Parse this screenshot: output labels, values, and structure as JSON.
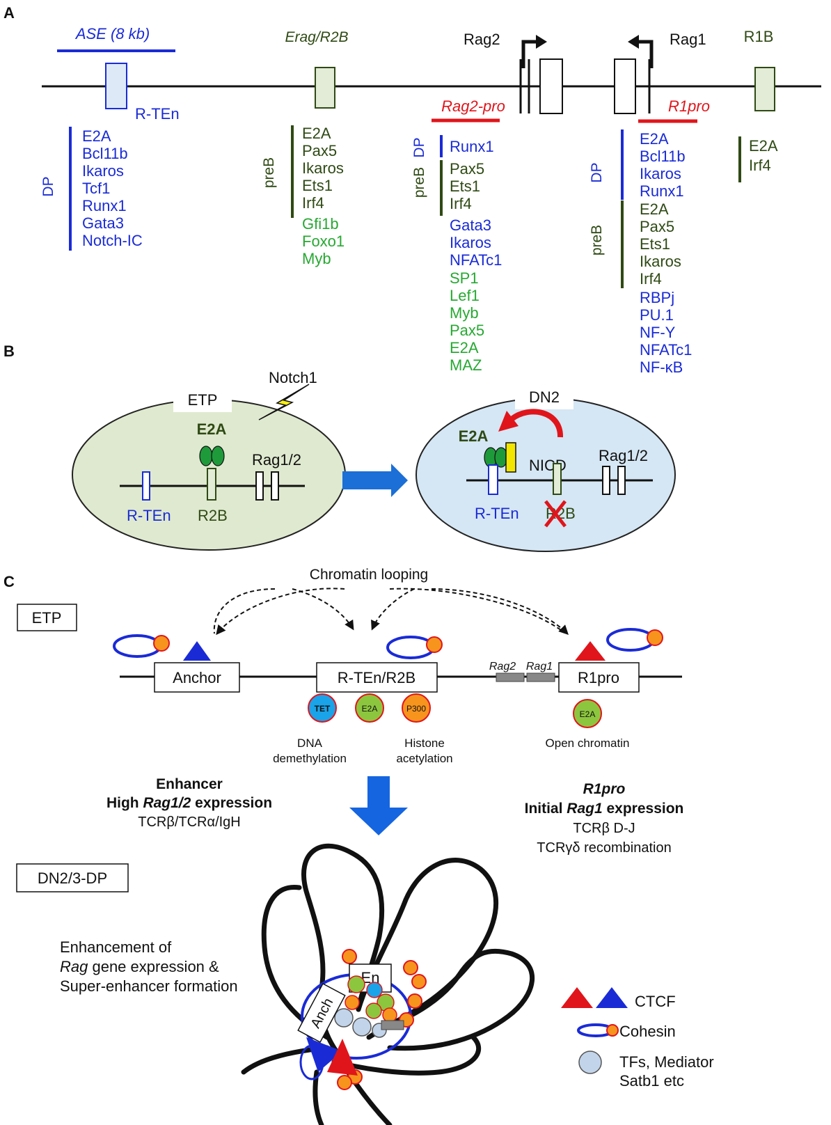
{
  "colors": {
    "blue": "#1a2bd6",
    "dark_green": "#2f4a14",
    "light_green": "#27a832",
    "red": "#e0151b",
    "cell_green": "#dfe9cf",
    "cell_blue": "#d5e6f4",
    "tet": "#1aa3e8",
    "e2a_ball": "#8cc63f",
    "p300": "#f7941d",
    "tf_ball": "#c2d4ea",
    "nicd": "#f2e600"
  },
  "panelA": {
    "label": "A",
    "ase": "ASE (8 kb)",
    "rten": "R-TEn",
    "erag": "Erag/R2B",
    "rag2": "Rag2",
    "rag1": "Rag1",
    "r1b": "R1B",
    "rag2pro": "Rag2-pro",
    "r1pro": "R1pro",
    "col1": {
      "dp": "DP",
      "items": [
        "E2A",
        "Bcl11b",
        "Ikaros",
        "Tcf1",
        "Runx1",
        "Gata3",
        "Notch-IC"
      ]
    },
    "col2": {
      "preb": "preB",
      "preb_items": [
        "E2A",
        "Pax5",
        "Ikaros",
        "Ets1",
        "Irf4"
      ],
      "green_items": [
        "Gfi1b",
        "Foxo1",
        "Myb"
      ]
    },
    "col3": {
      "dp": "DP",
      "dp_items": [
        "Runx1"
      ],
      "preb": "preB",
      "preb_items": [
        "Pax5",
        "Ets1",
        "Irf4"
      ],
      "blue_items": [
        "Gata3",
        "Ikaros",
        "NFATc1"
      ],
      "green_items": [
        "SP1",
        "Lef1",
        "Myb",
        "Pax5",
        "E2A",
        "MAZ"
      ]
    },
    "col4": {
      "dp": "DP",
      "dp_items": [
        "E2A",
        "Bcl11b",
        "Ikaros",
        "Runx1"
      ],
      "preb": "preB",
      "preb_items": [
        "E2A",
        "Pax5",
        "Ets1",
        "Ikaros",
        "Irf4"
      ],
      "blue_items": [
        "RBPj",
        "PU.1",
        "NF-Y",
        "NFATc1",
        "NF-κB"
      ]
    },
    "col5": {
      "items": [
        "E2A",
        "Irf4"
      ]
    }
  },
  "panelB": {
    "label": "B",
    "etp": "ETP",
    "notch1": "Notch1",
    "e2a": "E2A",
    "rag12": "Rag1/2",
    "rten": "R-TEn",
    "r2b": "R2B",
    "dn2": "DN2",
    "nicd": "NICD"
  },
  "panelC": {
    "label": "C",
    "etp": "ETP",
    "looping": "Chromatin looping",
    "anchor": "Anchor",
    "rten_r2b": "R-TEn/R2B",
    "rag2": "Rag2",
    "rag1": "Rag1",
    "r1pro": "R1pro",
    "tet": "TET",
    "e2a": "E2A",
    "p300": "P300",
    "dna_demeth": [
      "DNA",
      "demethylation"
    ],
    "hist_acet": [
      "Histone",
      "acetylation"
    ],
    "open_chrom": "Open chromatin",
    "enhancer_title": "Enhancer",
    "high_expr_pre": "High ",
    "high_expr_gene": "Rag1/2",
    "high_expr_post": " expression",
    "tcr_line": "TCRβ/TCRα/IgH",
    "r1pro_title": "R1pro",
    "initial_pre": "Initial ",
    "initial_gene": "Rag1",
    "initial_post": " expression",
    "tcrb_dj": "TCRβ D-J",
    "tcrgd": "TCRγδ recombination",
    "dn23dp": "DN2/3-DP",
    "enh_line1": "Enhancement of",
    "enh_line2_gene": "Rag",
    "enh_line2_rest": " gene expression &",
    "enh_line3": "Super-enhancer formation",
    "en": "En",
    "anch": "Anch",
    "legend_ctcf": "CTCF",
    "legend_cohesin": "Cohesin",
    "legend_tfs1": "TFs, Mediator",
    "legend_tfs2": "Satb1 etc"
  }
}
